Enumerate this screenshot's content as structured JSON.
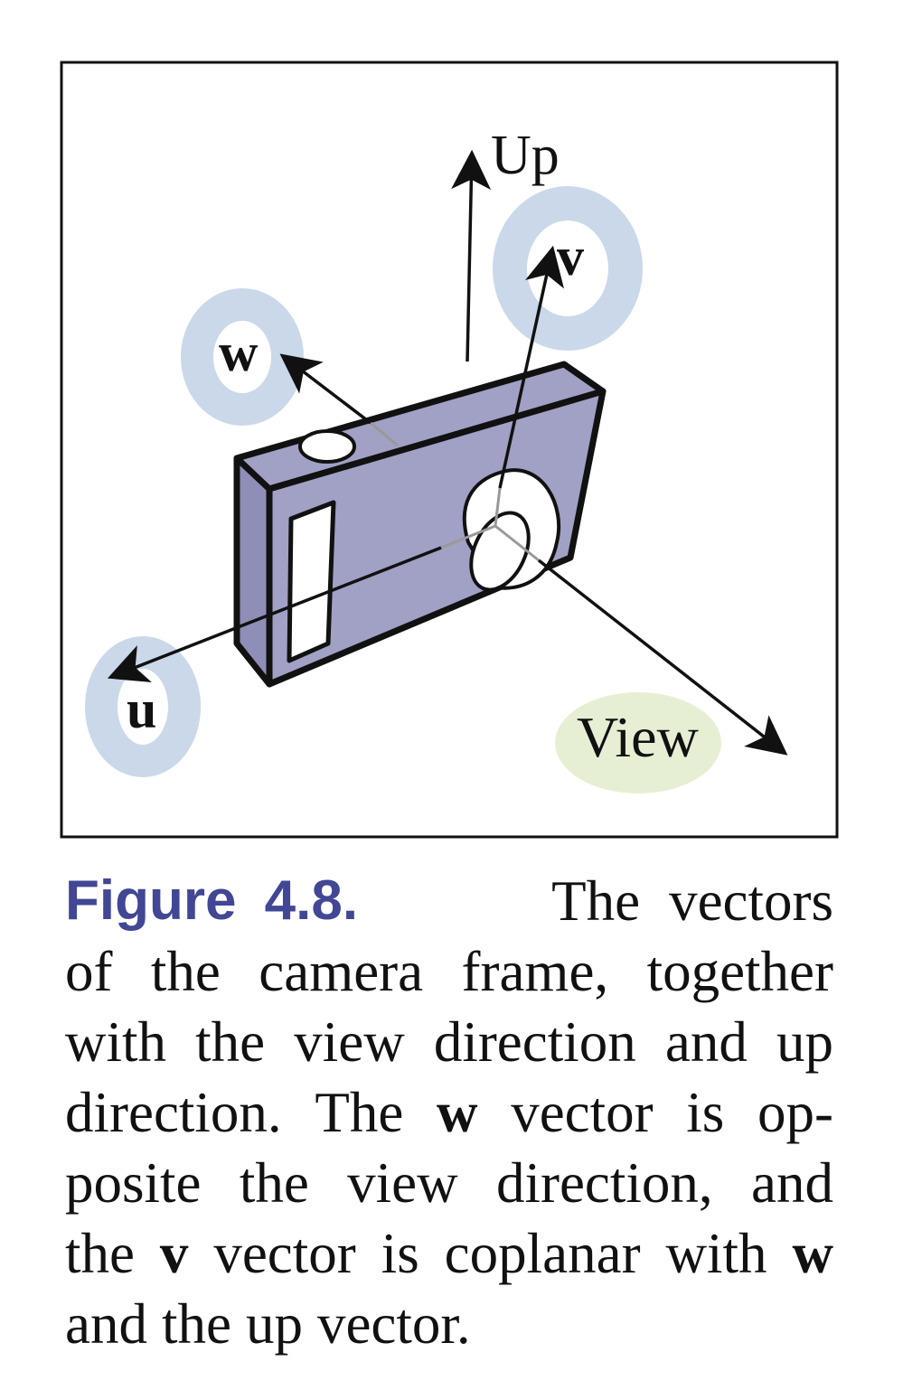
{
  "diagram": {
    "labels": {
      "up": "Up",
      "v": "v",
      "w": "w",
      "u": "u",
      "view": "View"
    },
    "colors": {
      "camera_body": "#a1a0c5",
      "blue_highlight": "#cad8ea",
      "green_highlight": "#e6efd3",
      "stroke": "#111111",
      "caption_label": "#414794"
    }
  },
  "caption": {
    "label": "Figure 4.8.",
    "lines": [
      [
        "The",
        "vectors"
      ],
      [
        "of",
        "the",
        "camera",
        "frame,",
        "together"
      ],
      [
        "with",
        "the",
        "view",
        "direction",
        "and",
        "up"
      ],
      [
        "direction.",
        "The",
        "w",
        "vector",
        "is",
        "op-"
      ],
      [
        "posite",
        "the",
        "view",
        "direction,",
        "and"
      ],
      [
        "the",
        "v",
        "vector",
        "is",
        "coplanar",
        "with",
        "w"
      ],
      [
        "and",
        "the",
        "up",
        "vector."
      ]
    ]
  }
}
